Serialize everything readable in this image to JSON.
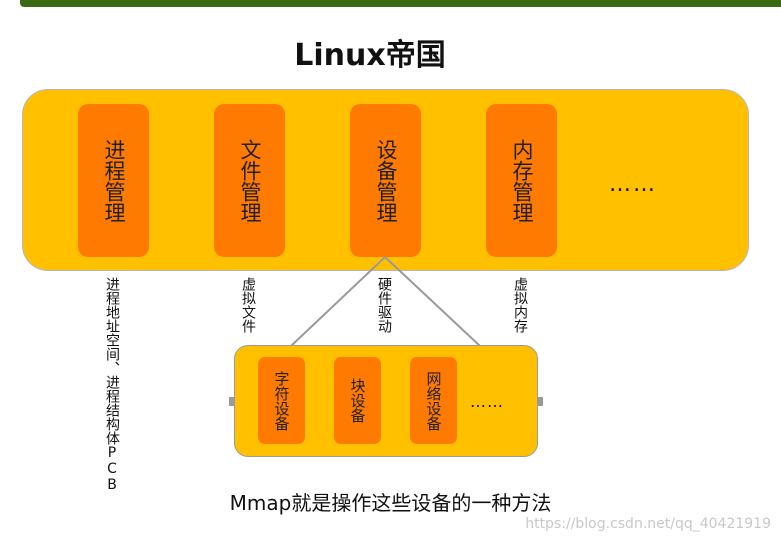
{
  "title": "Linux帝国",
  "kernel_modules": [
    {
      "label": "进程管理"
    },
    {
      "label": "文件管理"
    },
    {
      "label": "设备管理"
    },
    {
      "label": "内存管理"
    }
  ],
  "kernel_more": "……",
  "annotations": [
    {
      "text": "进程地址空间、进程结构体PCB"
    },
    {
      "text": "虚拟文件"
    },
    {
      "text": "硬件驱动"
    },
    {
      "text": "虚拟内存"
    }
  ],
  "devices": [
    {
      "label": "字符设备"
    },
    {
      "label": "块设备"
    },
    {
      "label": "网络设备"
    }
  ],
  "devices_more": "……",
  "caption": "Mmap就是操作这些设备的一种方法",
  "watermark": "https://blog.csdn.net/qq_40421919",
  "colors": {
    "container": "#ffc000",
    "module": "#ff7a00",
    "top_bar": "#3b6a12",
    "connector": "#9a9a9a"
  }
}
